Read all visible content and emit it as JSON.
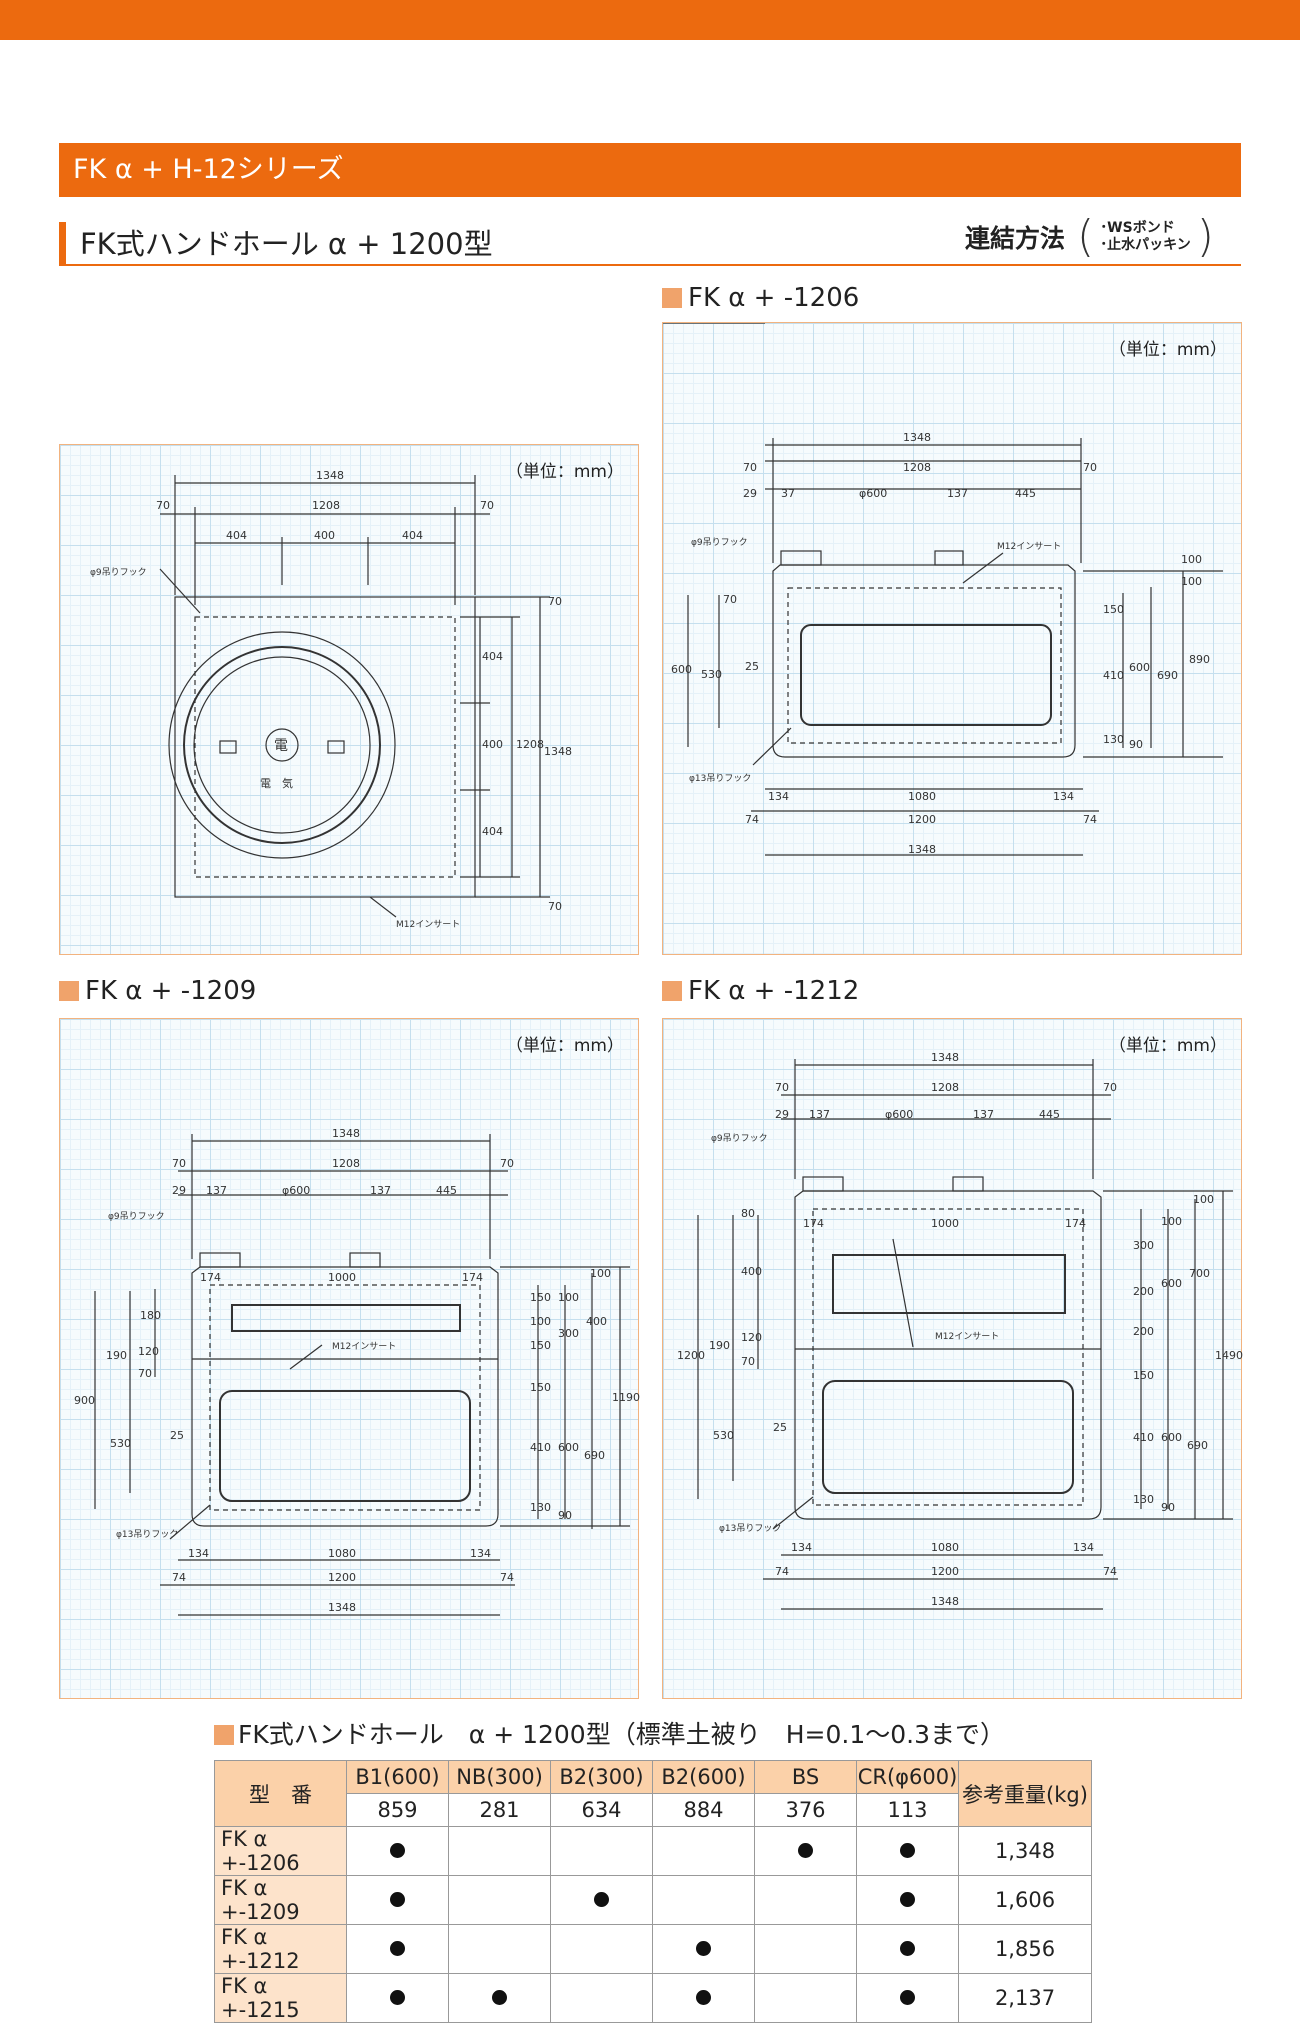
{
  "header": {
    "series_title": "FK α + H-12シリーズ",
    "product_title": "FK式ハンドホール α + 1200型",
    "connection_label": "連結方法",
    "connection_options": [
      "･WSボンド",
      "･止水パッキン"
    ]
  },
  "unit_label": "（単位：mm）",
  "drawings": {
    "plan": {
      "title": "",
      "dims_top": [
        "1348",
        "70",
        "1208",
        "70",
        "404",
        "400",
        "404"
      ],
      "dims_right": [
        "70",
        "404",
        "400",
        "404",
        "70",
        "1208",
        "1348"
      ],
      "notes": [
        "φ9吊りフック",
        "M12インサート"
      ],
      "cover_text": [
        "電",
        "電　気"
      ]
    },
    "d1206": {
      "title": "FK α + -1206",
      "dims_top": [
        "1348",
        "70",
        "1208",
        "70",
        "29",
        "37",
        "φ600",
        "137",
        "445"
      ],
      "dims_left": [
        "70",
        "600",
        "530",
        "25"
      ],
      "dims_right": [
        "100",
        "100",
        "150",
        "410",
        "130",
        "600",
        "90",
        "690",
        "890"
      ],
      "dims_bottom": [
        "134",
        "1080",
        "134",
        "74",
        "1200",
        "74",
        "1348"
      ],
      "notes": [
        "φ9吊りフック",
        "M12インサート",
        "φ13吊りフック"
      ]
    },
    "d1209": {
      "title": "FK α + -1209",
      "dims_top": [
        "1348",
        "70",
        "1208",
        "70",
        "29",
        "137",
        "φ600",
        "137",
        "445"
      ],
      "dims_inner": [
        "174",
        "1000",
        "174"
      ],
      "dims_left": [
        "180",
        "190",
        "120",
        "70",
        "900",
        "530",
        "25"
      ],
      "dims_right": [
        "100",
        "150",
        "100",
        "100",
        "150",
        "300",
        "400",
        "1190",
        "150",
        "410",
        "600",
        "690",
        "130",
        "90"
      ],
      "dims_bottom": [
        "134",
        "1080",
        "134",
        "74",
        "1200",
        "74",
        "1348"
      ],
      "notes": [
        "φ9吊りフック",
        "M12インサート",
        "φ13吊りフック"
      ]
    },
    "d1212": {
      "title": "FK α + -1212",
      "dims_top": [
        "1348",
        "70",
        "1208",
        "70",
        "29",
        "137",
        "φ600",
        "137",
        "445"
      ],
      "dims_inner": [
        "174",
        "1000",
        "174"
      ],
      "dims_left": [
        "80",
        "400",
        "190",
        "120",
        "70",
        "1200",
        "530",
        "25"
      ],
      "dims_right": [
        "100",
        "100",
        "300",
        "200",
        "600",
        "700",
        "200",
        "150",
        "410",
        "600",
        "690",
        "1490",
        "130",
        "90"
      ],
      "dims_bottom": [
        "134",
        "1080",
        "134",
        "74",
        "1200",
        "74",
        "1348"
      ],
      "notes": [
        "φ9吊りフック",
        "M12インサート",
        "φ13吊りフック"
      ]
    }
  },
  "table": {
    "title": "FK式ハンドホール　α + 1200型（標準土被り　H=0.1～0.3まで）",
    "model_header": "型　番",
    "weight_header": "参考重量(kg)",
    "part_headers": [
      "B1(600)",
      "NB(300)",
      "B2(300)",
      "B2(600)",
      "BS",
      "CR(φ600)"
    ],
    "part_weights": [
      "859",
      "281",
      "634",
      "884",
      "376",
      "113"
    ],
    "rows": [
      {
        "model": "FK α +-1206",
        "parts": [
          true,
          false,
          false,
          false,
          true,
          true
        ],
        "weight": "1,348"
      },
      {
        "model": "FK α +-1209",
        "parts": [
          true,
          false,
          true,
          false,
          false,
          true
        ],
        "weight": "1,606"
      },
      {
        "model": "FK α +-1212",
        "parts": [
          true,
          false,
          false,
          true,
          false,
          true
        ],
        "weight": "1,856"
      },
      {
        "model": "FK α +-1215",
        "parts": [
          true,
          true,
          false,
          true,
          false,
          true
        ],
        "weight": "2,137"
      }
    ]
  }
}
